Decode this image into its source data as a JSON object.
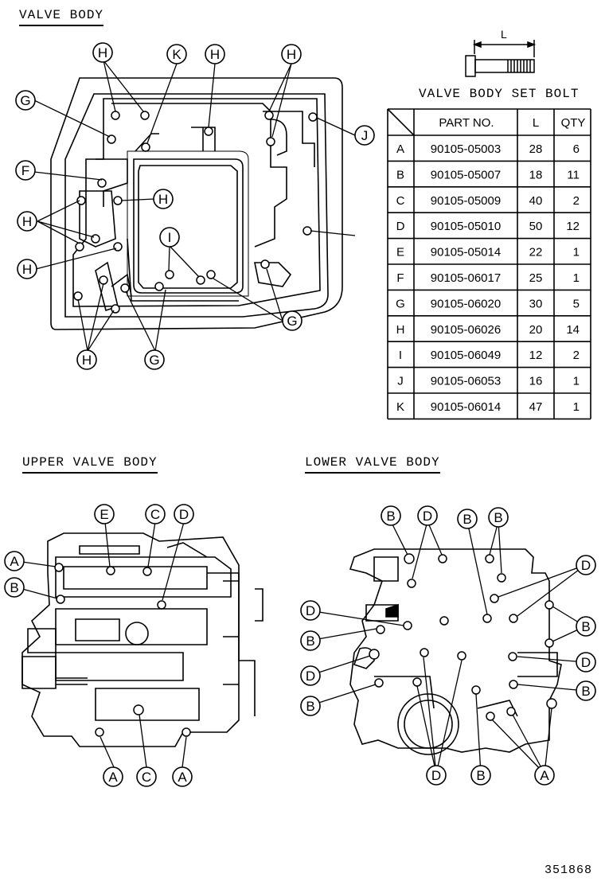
{
  "titles": {
    "valve_body": "VALVE BODY",
    "upper": "UPPER VALVE BODY",
    "lower": "LOWER VALVE BODY"
  },
  "bolt_dim_label": "L",
  "table": {
    "title": "VALVE BODY SET BOLT",
    "headers": [
      "",
      "PART NO.",
      "L",
      "QTY"
    ],
    "rows": [
      [
        "A",
        "90105-05003",
        "28",
        "6"
      ],
      [
        "B",
        "90105-05007",
        "18",
        "11"
      ],
      [
        "C",
        "90105-05009",
        "40",
        "2"
      ],
      [
        "D",
        "90105-05010",
        "50",
        "12"
      ],
      [
        "E",
        "90105-05014",
        "22",
        "1"
      ],
      [
        "F",
        "90105-06017",
        "25",
        "1"
      ],
      [
        "G",
        "90105-06020",
        "30",
        "5"
      ],
      [
        "H",
        "90105-06026",
        "20",
        "14"
      ],
      [
        "I",
        "90105-06049",
        "12",
        "2"
      ],
      [
        "J",
        "90105-06053",
        "16",
        "1"
      ],
      [
        "K",
        "90105-06014",
        "47",
        "1"
      ]
    ]
  },
  "callouts": {
    "valve_body": [
      "H",
      "K",
      "H",
      "H",
      "G",
      "J",
      "F",
      "H",
      "H",
      "H",
      "I",
      "G",
      "H",
      "G"
    ],
    "upper": [
      "E",
      "C",
      "D",
      "A",
      "B",
      "A",
      "C",
      "A"
    ],
    "lower": [
      "B",
      "D",
      "B",
      "B",
      "D",
      "D",
      "B",
      "B",
      "D",
      "D",
      "B",
      "B",
      "D",
      "B",
      "A"
    ]
  },
  "diagram_number": "351868"
}
